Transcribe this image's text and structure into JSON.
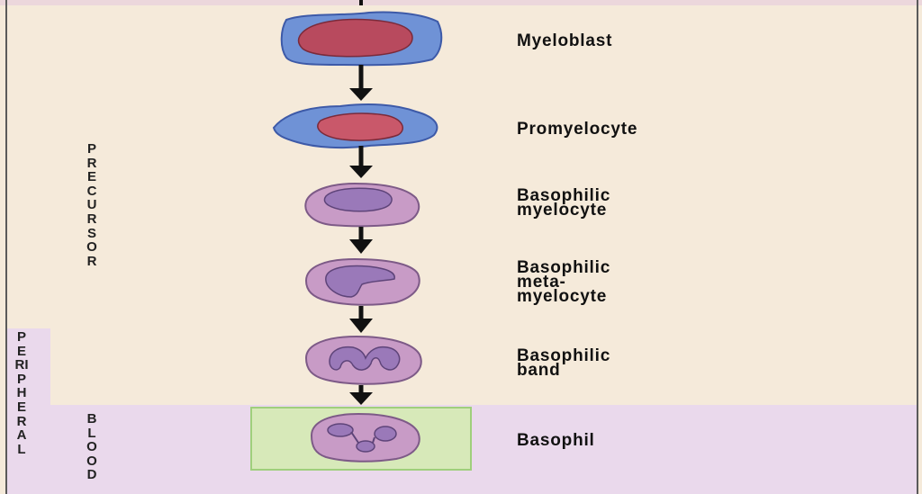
{
  "stages": [
    {
      "id": "myeloblast",
      "label": "Myeloblast"
    },
    {
      "id": "promyelocyte",
      "label": "Promyelocyte"
    },
    {
      "id": "basophilic-myelocyte",
      "label": "Basophilic\nmyelocyte"
    },
    {
      "id": "basophilic-metamyelocyte",
      "label": "Basophilic\nmeta-\nmyelocyte"
    },
    {
      "id": "basophilic-band",
      "label": "Basophilic\nband"
    },
    {
      "id": "basophil",
      "label": "Basophil"
    }
  ],
  "side_labels": {
    "precursor": "PRECURSOR",
    "peripheral": "PERIPHERAL",
    "blood": "BLOOD"
  },
  "colors": {
    "background": "#f5eada",
    "peripheral_blood_zone": "#ead9ec",
    "highlight_box": "#d7e9b9",
    "highlight_border": "#9fcf7c",
    "blast_cytoplasm": "#6f92d6",
    "blast_nucleus": "#b84a5e",
    "maturing_cytoplasm": "#c89bc6",
    "maturing_nucleus": "#9a79b9"
  }
}
